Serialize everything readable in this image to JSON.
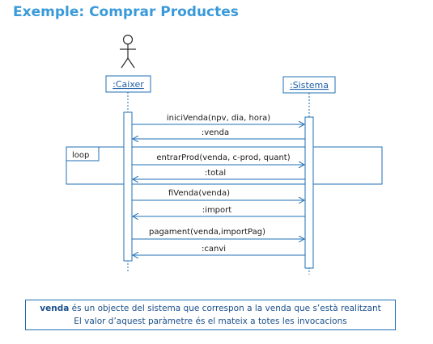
{
  "title": "Exemple: Comprar Productes",
  "colors": {
    "title": "#3a9ad9",
    "line": "#1f6fb5",
    "text": "#1a1a1a"
  },
  "lifelines": [
    {
      "id": "caixer",
      "label": ":Caixer",
      "actor": true
    },
    {
      "id": "sistema",
      "label": ":Sistema",
      "actor": false
    }
  ],
  "fragment": {
    "label": "loop"
  },
  "messages": [
    {
      "label": "iniciVenda(npv, dia, hora)",
      "direction": "request"
    },
    {
      "label": ":venda",
      "direction": "return"
    },
    {
      "label": "entrarProd(venda, c-prod, quant)",
      "direction": "request"
    },
    {
      "label": ":total",
      "direction": "return"
    },
    {
      "label": "fiVenda(venda)",
      "direction": "request"
    },
    {
      "label": ":import",
      "direction": "return"
    },
    {
      "label": "pagament(venda,importPag)",
      "direction": "request"
    },
    {
      "label": ":canvi",
      "direction": "return"
    }
  ],
  "note": {
    "bold": "venda",
    "line1_rest": " és un objecte del sistema que correspon a la venda que s’està realitzant",
    "line2": "El valor d’aquest paràmetre és el mateix a totes les invocacions"
  }
}
